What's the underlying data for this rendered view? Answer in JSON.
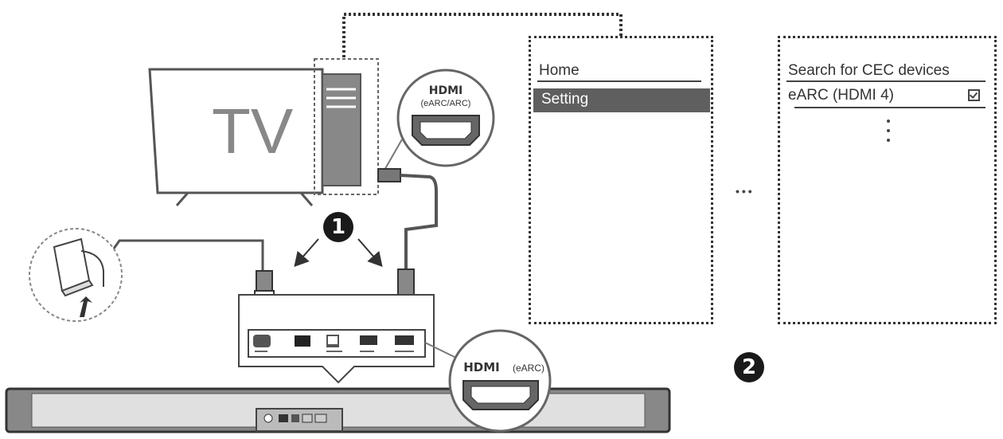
{
  "tv_label": "TV",
  "hdmi_tv": {
    "logo": "HDMI",
    "caption": "(eARC/ARC)"
  },
  "hdmi_bar": {
    "logo": "HDMI",
    "caption": "(eARC)"
  },
  "step_1": "1",
  "step_2": "2",
  "continuation": "•••",
  "tv_menu": {
    "items": [
      "Home",
      "Setting"
    ],
    "selected": "Setting"
  },
  "cec_menu": {
    "items": [
      "Search for CEC devices",
      "eARC (HDMI 4)"
    ],
    "checked_item": "eARC (HDMI 4)"
  },
  "icons": [
    "wall-outlet-icon",
    "power-plug-icon",
    "hdmi-plug-icon",
    "hdmi-port-icon",
    "check-box-icon"
  ]
}
